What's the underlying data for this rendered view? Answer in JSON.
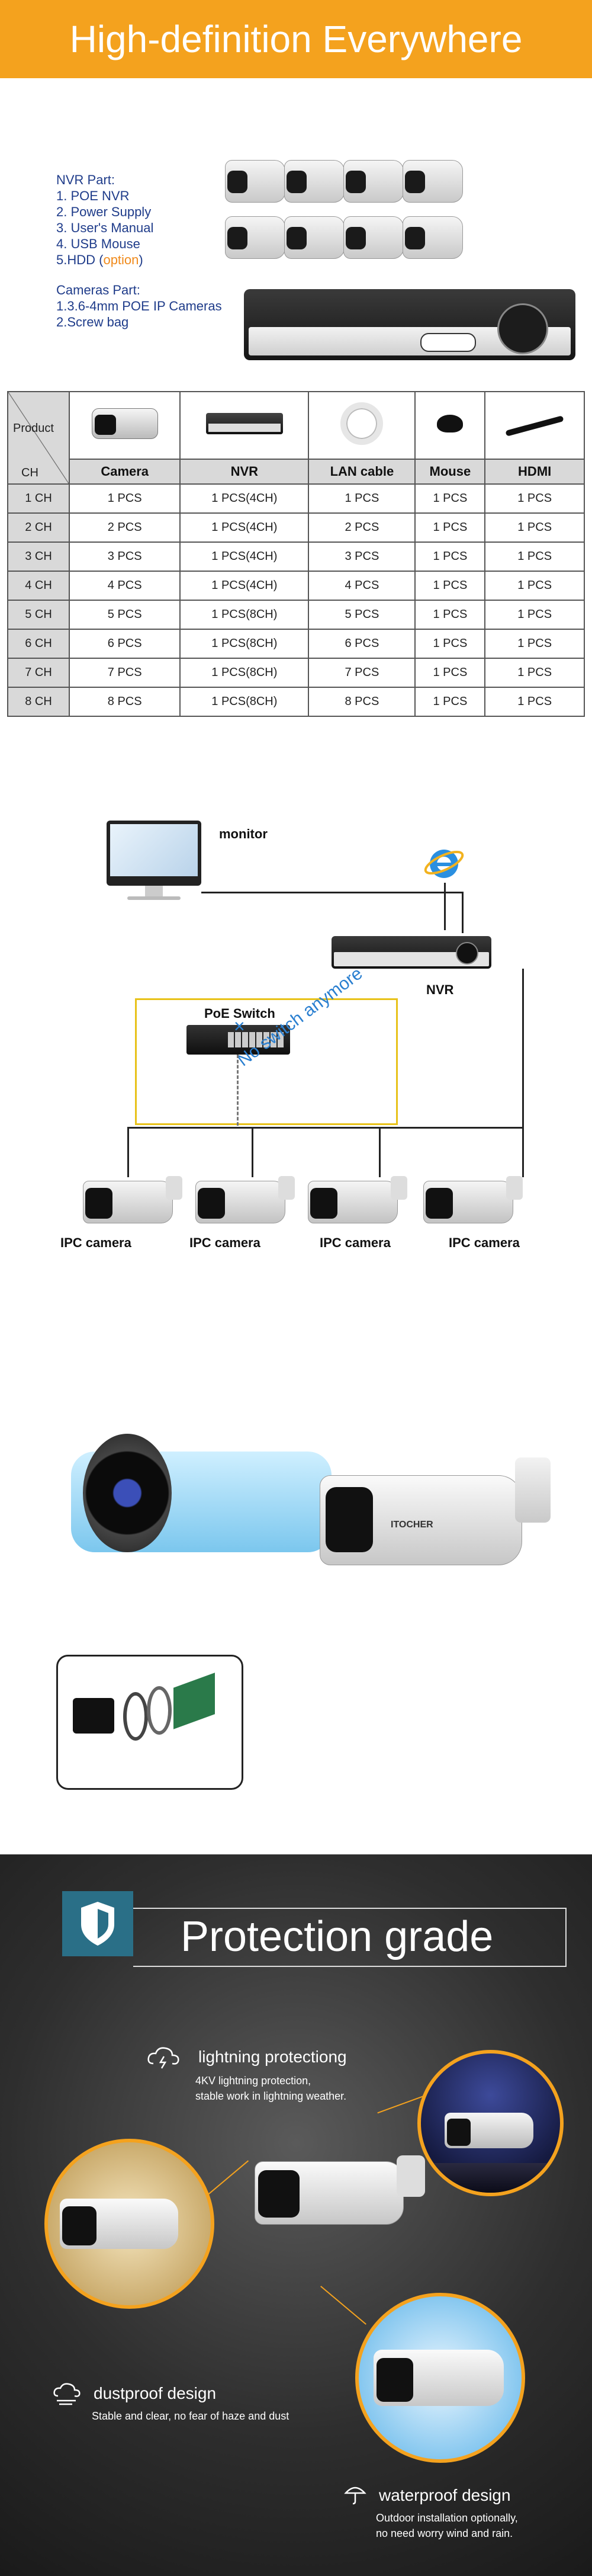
{
  "header": {
    "title": "High-definition Everywhere"
  },
  "parts": {
    "nvr_heading": "NVR Part:",
    "nvr_items": [
      "1. POE NVR",
      "2. Power Supply",
      "3. User's Manual",
      "4. USB Mouse"
    ],
    "hdd_prefix": "5.HDD (",
    "hdd_option": "option",
    "hdd_suffix": ")",
    "cam_heading": "Cameras Part:",
    "cam_items": [
      "1.3.6-4mm  POE IP Cameras",
      "2.Screw bag"
    ]
  },
  "table": {
    "product_label": "Product",
    "ch_label": "CH",
    "columns": [
      "Camera",
      "NVR",
      "LAN cable",
      "Mouse",
      "HDMI"
    ],
    "rows": [
      [
        "1 CH",
        "1 PCS",
        "1 PCS(4CH)",
        "1 PCS",
        "1 PCS",
        "1 PCS"
      ],
      [
        "2 CH",
        "2 PCS",
        "1 PCS(4CH)",
        "2 PCS",
        "1 PCS",
        "1 PCS"
      ],
      [
        "3 CH",
        "3 PCS",
        "1 PCS(4CH)",
        "3 PCS",
        "1 PCS",
        "1 PCS"
      ],
      [
        "4 CH",
        "4 PCS",
        "1 PCS(4CH)",
        "4 PCS",
        "1 PCS",
        "1 PCS"
      ],
      [
        "5 CH",
        "5 PCS",
        "1 PCS(8CH)",
        "5 PCS",
        "1 PCS",
        "1 PCS"
      ],
      [
        "6 CH",
        "6 PCS",
        "1 PCS(8CH)",
        "6 PCS",
        "1 PCS",
        "1 PCS"
      ],
      [
        "7 CH",
        "7 PCS",
        "1 PCS(8CH)",
        "7 PCS",
        "1 PCS",
        "1 PCS"
      ],
      [
        "8 CH",
        "8 PCS",
        "1 PCS(8CH)",
        "8 PCS",
        "1 PCS",
        "1 PCS"
      ]
    ]
  },
  "diagram": {
    "monitor": "monitor",
    "nvr": "NVR",
    "poe_switch": "PoE Switch",
    "no_switch": "No switch anymore",
    "cameras": [
      "IPC camera",
      "IPC camera",
      "IPC camera",
      "IPC camera"
    ],
    "brand": "ITOCHER"
  },
  "protection": {
    "title": "Protection grade",
    "lightning_title": "lightning protectiong",
    "lightning_desc1": "4KV lightning protection,",
    "lightning_desc2": "stable work in lightning weather.",
    "dust_title": "dustproof design",
    "dust_desc": "Stable and clear, no fear of haze and dust",
    "water_title": "waterproof design",
    "water_desc1": "Outdoor installation optionally,",
    "water_desc2": "no need worry wind and rain."
  },
  "colors": {
    "accent_orange": "#f4a21e",
    "text_blue": "#1f3c8a",
    "option_orange": "#f08a1b",
    "switch_yellow": "#e8c21a",
    "no_switch_blue": "#2a7fd0"
  }
}
